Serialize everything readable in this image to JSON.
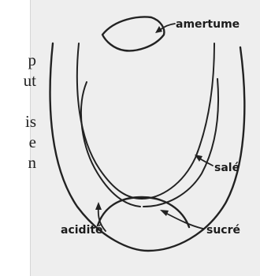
{
  "bleed_text": [
    "p",
    "ut",
    "is",
    "e",
    "n"
  ],
  "labels": {
    "amertume": "amertume",
    "sale": "salé",
    "acidite": "acidité",
    "sucre": "sucré"
  },
  "colors": {
    "ink": "#222222",
    "paper": "#eeeeee"
  }
}
